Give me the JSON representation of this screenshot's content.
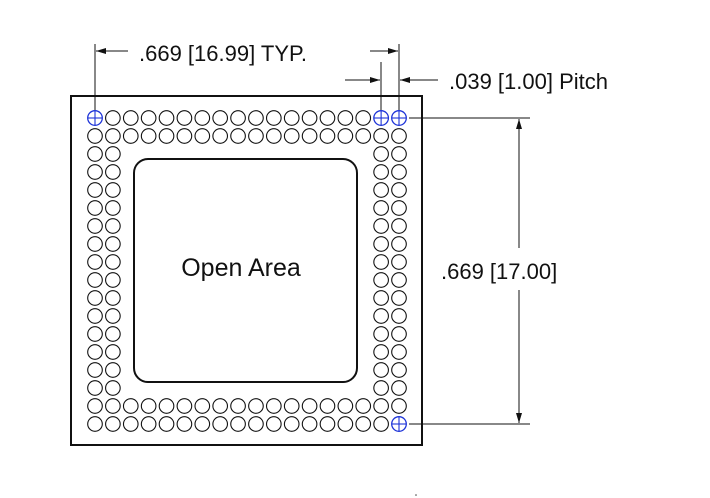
{
  "drawing": {
    "top_dimension_label": ".669 [16.99] TYP.",
    "pitch_label": ".039 [1.00] Pitch",
    "side_dimension_label": ".669 [17.00]",
    "center_label": "Open Area",
    "grid": {
      "rows": 18,
      "cols": 18,
      "ring_depth": 2
    },
    "colors": {
      "line": "#111111",
      "highlight_pad": "#1f35d8",
      "background": "#ffffff"
    }
  }
}
